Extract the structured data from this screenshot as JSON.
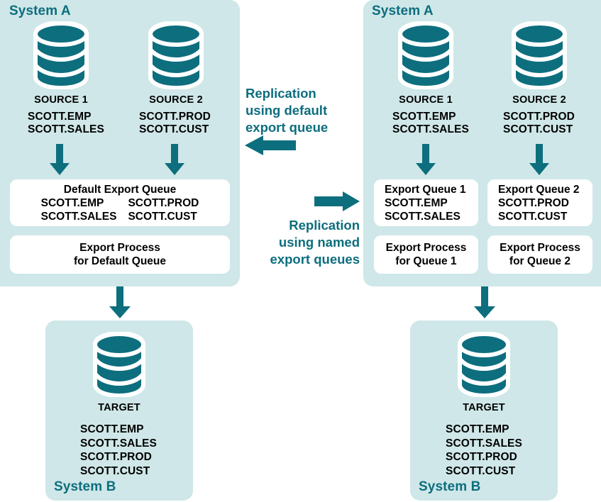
{
  "diagram": {
    "title": "Replication using default export queue vs named export queues",
    "colors": {
      "teal": "#0d6e7e",
      "panel_bg": "#cfe7e8",
      "box_bg": "#ffffff",
      "text": "#000000"
    }
  },
  "left_flow": {
    "system_a_label": "System A",
    "system_b_label": "System B",
    "sources": [
      {
        "icon": "database-cylinder-icon",
        "title": "SOURCE 1",
        "tables": [
          "SCOTT.EMP",
          "SCOTT.SALES"
        ]
      },
      {
        "icon": "database-cylinder-icon",
        "title": "SOURCE 2",
        "tables": [
          "SCOTT.PROD",
          "SCOTT.CUST"
        ]
      }
    ],
    "queue_box": {
      "title": "Default Export Queue",
      "column_a": [
        "SCOTT.EMP",
        "SCOTT.SALES"
      ],
      "column_b": [
        "SCOTT.PROD",
        "SCOTT.CUST"
      ]
    },
    "process_box": {
      "line1": "Export Process",
      "line2": "for Default Queue"
    },
    "target": {
      "icon": "database-cylinder-icon",
      "title": "TARGET",
      "tables": [
        "SCOTT.EMP",
        "SCOTT.SALES",
        "SCOTT.PROD",
        "SCOTT.CUST"
      ]
    }
  },
  "right_flow": {
    "system_a_label": "System A",
    "system_b_label": "System B",
    "sources": [
      {
        "icon": "database-cylinder-icon",
        "title": "SOURCE 1",
        "tables": [
          "SCOTT.EMP",
          "SCOTT.SALES"
        ]
      },
      {
        "icon": "database-cylinder-icon",
        "title": "SOURCE 2",
        "tables": [
          "SCOTT.PROD",
          "SCOTT.CUST"
        ]
      }
    ],
    "queue_boxes": [
      {
        "title": "Export Queue 1",
        "tables": [
          "SCOTT.EMP",
          "SCOTT.SALES"
        ]
      },
      {
        "title": "Export Queue 2",
        "tables": [
          "SCOTT.PROD",
          "SCOTT.CUST"
        ]
      }
    ],
    "process_boxes": [
      {
        "line1": "Export Process",
        "line2": "for Queue 1"
      },
      {
        "line1": "Export Process",
        "line2": "for Queue 2"
      }
    ],
    "target": {
      "icon": "database-cylinder-icon",
      "title": "TARGET",
      "tables": [
        "SCOTT.EMP",
        "SCOTT.SALES",
        "SCOTT.PROD",
        "SCOTT.CUST"
      ]
    }
  },
  "center": {
    "default_caption": {
      "line1": "Replication",
      "line2": "using default",
      "line3": "export queue",
      "arrow": "arrow-left-icon"
    },
    "named_caption": {
      "line1": "Replication",
      "line2": "using named",
      "line3": "export queues",
      "arrow": "arrow-right-icon"
    }
  }
}
